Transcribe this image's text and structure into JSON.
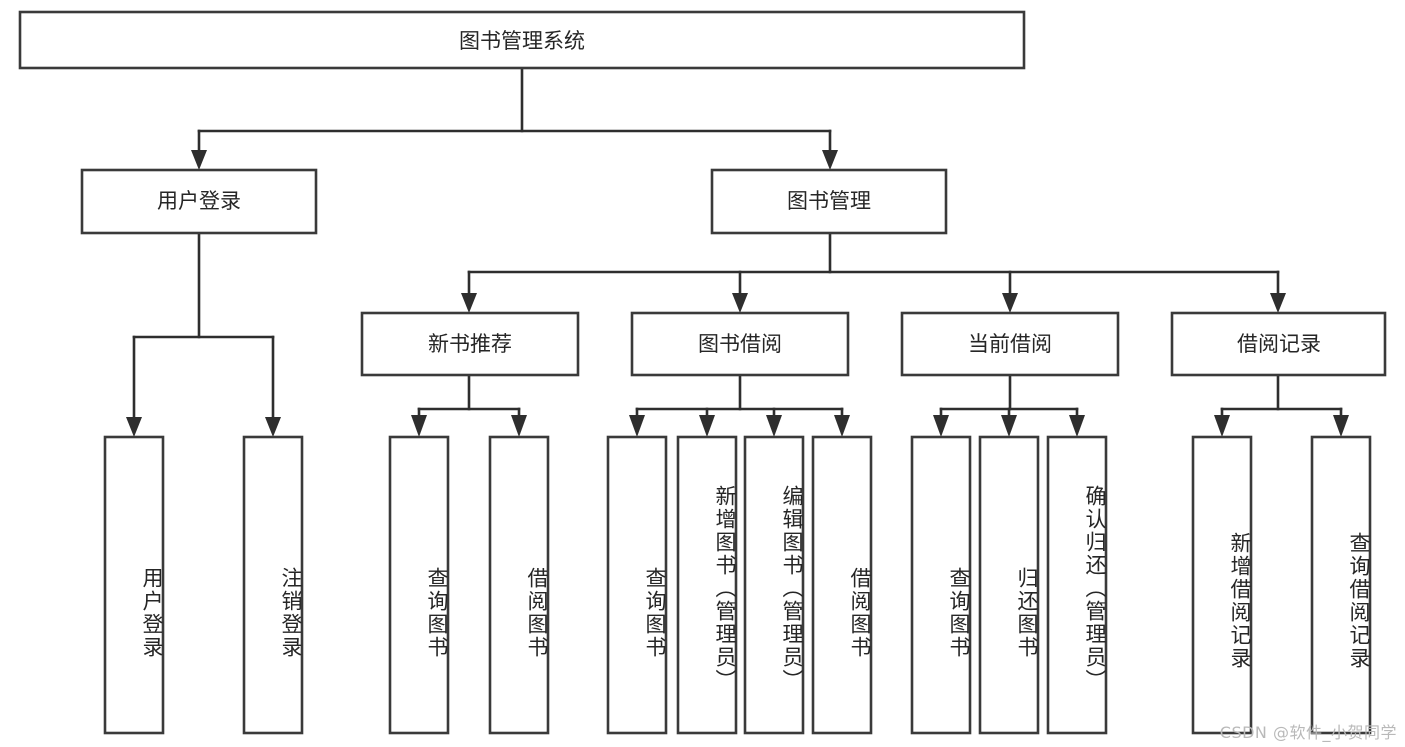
{
  "diagram": {
    "title": "图书管理系统",
    "type": "hierarchy-tree",
    "root": {
      "label": "图书管理系统"
    },
    "level2": [
      {
        "label": "用户登录"
      },
      {
        "label": "图书管理"
      }
    ],
    "level3": [
      {
        "label": "新书推荐"
      },
      {
        "label": "图书借阅"
      },
      {
        "label": "当前借阅"
      },
      {
        "label": "借阅记录"
      }
    ],
    "leaves": {
      "user_login": [
        {
          "label": "用户登录"
        },
        {
          "label": "注销登录"
        }
      ],
      "new_book_recommend": [
        {
          "label": "查询图书"
        },
        {
          "label": "借阅图书"
        }
      ],
      "book_borrow": [
        {
          "label": "查询图书"
        },
        {
          "label": "新增图书（管理员）"
        },
        {
          "label": "编辑图书（管理员）"
        },
        {
          "label": "借阅图书"
        }
      ],
      "current_borrow": [
        {
          "label": "查询图书"
        },
        {
          "label": "归还图书"
        },
        {
          "label": "确认归还（管理员）"
        }
      ],
      "borrow_record": [
        {
          "label": "新增借阅记录"
        },
        {
          "label": "查询借阅记录"
        }
      ]
    }
  },
  "watermark": {
    "text": "CSDN @软件_小贺同学"
  },
  "colors": {
    "box_stroke": "#3a3a3a",
    "connector": "#2e2e2e",
    "text": "#262626",
    "background": "#ffffff",
    "watermark": "#b9b9b9"
  }
}
